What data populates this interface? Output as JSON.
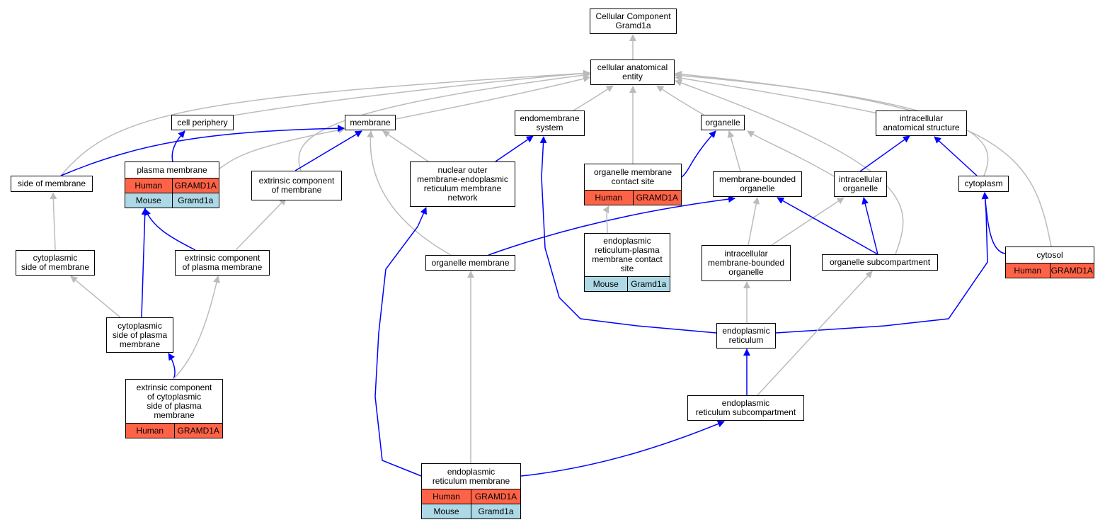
{
  "colors": {
    "is_a": "#bbbbbb",
    "part_of": "#0000ff",
    "human": "#ff6347",
    "mouse": "#add8e6"
  },
  "nodes": [
    {
      "id": "root",
      "label": "Cellular Component\nGramd1a"
    },
    {
      "id": "cae",
      "label": "cellular anatomical\nentity"
    },
    {
      "id": "cellper",
      "label": "cell periphery"
    },
    {
      "id": "membrane",
      "label": "membrane"
    },
    {
      "id": "endosys",
      "label": "endomembrane\nsystem"
    },
    {
      "id": "organelle",
      "label": "organelle"
    },
    {
      "id": "intraanat",
      "label": "intracellular\nanatomical structure"
    },
    {
      "id": "sidemem",
      "label": "side of membrane"
    },
    {
      "id": "plasmamem",
      "label": "plasma membrane",
      "rows": [
        {
          "species": "Human",
          "gene": "GRAMD1A"
        },
        {
          "species": "Mouse",
          "gene": "Gramd1a"
        }
      ]
    },
    {
      "id": "extcomp",
      "label": "extrinsic component\nof membrane"
    },
    {
      "id": "nucouter",
      "label": "nuclear outer\nmembrane-endoplasmic\nreticulum membrane\nnetwork"
    },
    {
      "id": "orgcontact",
      "label": "organelle membrane\ncontact site",
      "rows": [
        {
          "species": "Human",
          "gene": "GRAMD1A"
        }
      ]
    },
    {
      "id": "membound",
      "label": "membrane-bounded\norganelle"
    },
    {
      "id": "intraorg",
      "label": "intracellular\norganelle"
    },
    {
      "id": "cytoplasm",
      "label": "cytoplasm"
    },
    {
      "id": "cytside",
      "label": "cytoplasmic\nside of membrane"
    },
    {
      "id": "extplasma",
      "label": "extrinsic component\nof plasma membrane"
    },
    {
      "id": "orgmem",
      "label": "organelle membrane"
    },
    {
      "id": "erpmcontact",
      "label": "endoplasmic\nreticulum-plasma\nmembrane contact\nsite",
      "rows": [
        {
          "species": "Mouse",
          "gene": "Gramd1a"
        }
      ]
    },
    {
      "id": "intramembound",
      "label": "intracellular\nmembrane-bounded\norganelle"
    },
    {
      "id": "orgsub",
      "label": "organelle subcompartment"
    },
    {
      "id": "cytosol",
      "label": "cytosol",
      "rows": [
        {
          "species": "Human",
          "gene": "GRAMD1A"
        }
      ]
    },
    {
      "id": "cytsideplasma",
      "label": "cytoplasmic\nside of plasma\nmembrane"
    },
    {
      "id": "er",
      "label": "endoplasmic\nreticulum"
    },
    {
      "id": "extcytside",
      "label": "extrinsic component\nof cytoplasmic\nside of plasma\nmembrane",
      "rows": [
        {
          "species": "Human",
          "gene": "GRAMD1A"
        }
      ]
    },
    {
      "id": "ersub",
      "label": "endoplasmic\nreticulum subcompartment"
    },
    {
      "id": "ermem",
      "label": "endoplasmic\nreticulum membrane",
      "rows": [
        {
          "species": "Human",
          "gene": "GRAMD1A"
        },
        {
          "species": "Mouse",
          "gene": "Gramd1a"
        }
      ]
    }
  ],
  "edges": [
    {
      "from": "cae",
      "to": "root",
      "type": "is_a"
    },
    {
      "from": "cellper",
      "to": "cae",
      "type": "is_a"
    },
    {
      "from": "membrane",
      "to": "cae",
      "type": "is_a"
    },
    {
      "from": "endosys",
      "to": "cae",
      "type": "is_a"
    },
    {
      "from": "organelle",
      "to": "cae",
      "type": "is_a"
    },
    {
      "from": "intraanat",
      "to": "cae",
      "type": "is_a"
    },
    {
      "from": "sidemem",
      "to": "cae",
      "type": "is_a"
    },
    {
      "from": "extcomp",
      "to": "cae",
      "type": "is_a"
    },
    {
      "from": "orgcontact",
      "to": "cae",
      "type": "is_a"
    },
    {
      "from": "orgsub",
      "to": "cae",
      "type": "is_a"
    },
    {
      "from": "cytoplasm",
      "to": "cae",
      "type": "is_a"
    },
    {
      "from": "cytosol",
      "to": "cae",
      "type": "is_a"
    },
    {
      "from": "plasmamem",
      "to": "cellper",
      "type": "part_of"
    },
    {
      "from": "plasmamem",
      "to": "membrane",
      "type": "is_a"
    },
    {
      "from": "sidemem",
      "to": "membrane",
      "type": "part_of"
    },
    {
      "from": "extcomp",
      "to": "membrane",
      "type": "part_of"
    },
    {
      "from": "nucouter",
      "to": "membrane",
      "type": "is_a"
    },
    {
      "from": "nucouter",
      "to": "endosys",
      "type": "part_of"
    },
    {
      "from": "orgmem",
      "to": "membrane",
      "type": "is_a"
    },
    {
      "from": "orgcontact",
      "to": "organelle",
      "type": "part_of"
    },
    {
      "from": "membound",
      "to": "organelle",
      "type": "is_a"
    },
    {
      "from": "intraorg",
      "to": "organelle",
      "type": "is_a"
    },
    {
      "from": "intraorg",
      "to": "intraanat",
      "type": "part_of"
    },
    {
      "from": "cytoplasm",
      "to": "intraanat",
      "type": "part_of"
    },
    {
      "from": "cytside",
      "to": "sidemem",
      "type": "is_a"
    },
    {
      "from": "extplasma",
      "to": "plasmamem",
      "type": "part_of"
    },
    {
      "from": "extplasma",
      "to": "extcomp",
      "type": "is_a"
    },
    {
      "from": "orgmem",
      "to": "membound",
      "type": "part_of"
    },
    {
      "from": "erpmcontact",
      "to": "orgcontact",
      "type": "is_a"
    },
    {
      "from": "intramembound",
      "to": "membound",
      "type": "is_a"
    },
    {
      "from": "intramembound",
      "to": "intraorg",
      "type": "is_a"
    },
    {
      "from": "orgsub",
      "to": "membound",
      "type": "part_of"
    },
    {
      "from": "orgsub",
      "to": "intraorg",
      "type": "part_of"
    },
    {
      "from": "cytosol",
      "to": "cytoplasm",
      "type": "part_of"
    },
    {
      "from": "cytsideplasma",
      "to": "cytside",
      "type": "is_a"
    },
    {
      "from": "cytsideplasma",
      "to": "plasmamem",
      "type": "part_of"
    },
    {
      "from": "extcytside",
      "to": "cytsideplasma",
      "type": "part_of"
    },
    {
      "from": "extcytside",
      "to": "extplasma",
      "type": "is_a"
    },
    {
      "from": "er",
      "to": "endosys",
      "type": "part_of"
    },
    {
      "from": "er",
      "to": "intramembound",
      "type": "is_a"
    },
    {
      "from": "er",
      "to": "cytoplasm",
      "type": "part_of"
    },
    {
      "from": "ersub",
      "to": "er",
      "type": "part_of"
    },
    {
      "from": "ersub",
      "to": "orgsub",
      "type": "is_a"
    },
    {
      "from": "ermem",
      "to": "orgmem",
      "type": "is_a"
    },
    {
      "from": "ermem",
      "to": "ersub",
      "type": "part_of"
    },
    {
      "from": "ermem",
      "to": "nucouter",
      "type": "part_of"
    }
  ]
}
